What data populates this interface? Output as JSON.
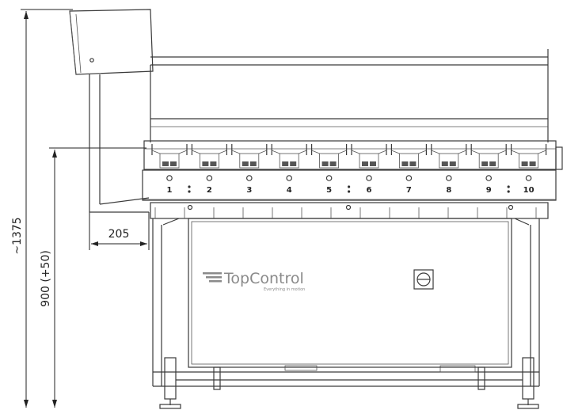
{
  "dimensions": {
    "total_height": "~1375",
    "work_height": "900 (+50)",
    "depth": "205"
  },
  "bays": [
    "1",
    "2",
    "3",
    "4",
    "5",
    "6",
    "7",
    "8",
    "9",
    "10"
  ],
  "logo": {
    "name": "TopControl",
    "tagline": "Everything in motion"
  },
  "colors": {
    "line": "#3a3a3a",
    "logo": "#8a8a8a"
  },
  "icons": [
    "control-box-icon",
    "emergency-switch-icon",
    "logo-stripes-icon"
  ]
}
